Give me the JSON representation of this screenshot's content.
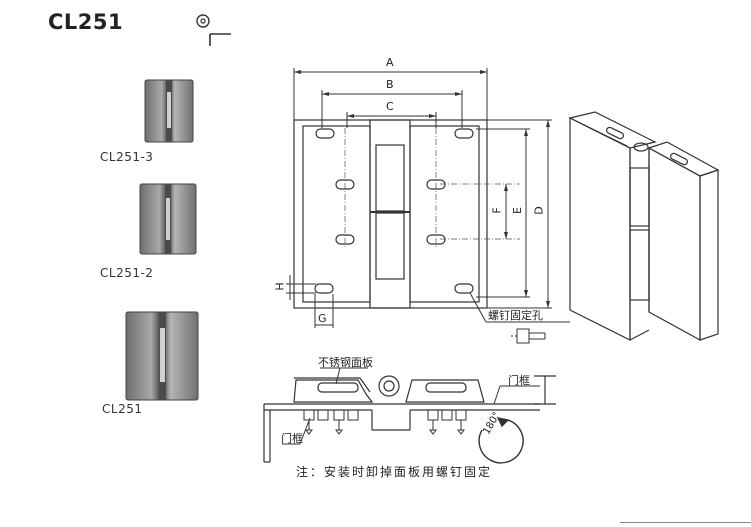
{
  "title": "CL251",
  "variants": [
    {
      "label": "CL251-3"
    },
    {
      "label": "CL251-2"
    },
    {
      "label": "CL251"
    }
  ],
  "dimensions": {
    "A": "A",
    "B": "B",
    "C": "C",
    "D": "D",
    "E": "E",
    "F": "F",
    "G": "G",
    "H": "H"
  },
  "callouts": {
    "screw_hole": "螺钉固定孔",
    "steel_panel": "不锈钢面板",
    "door_frame_right": "门框",
    "door_frame_left": "门框",
    "rotation": "180°"
  },
  "note": "注：安装时卸掉面板用螺钉固定"
}
